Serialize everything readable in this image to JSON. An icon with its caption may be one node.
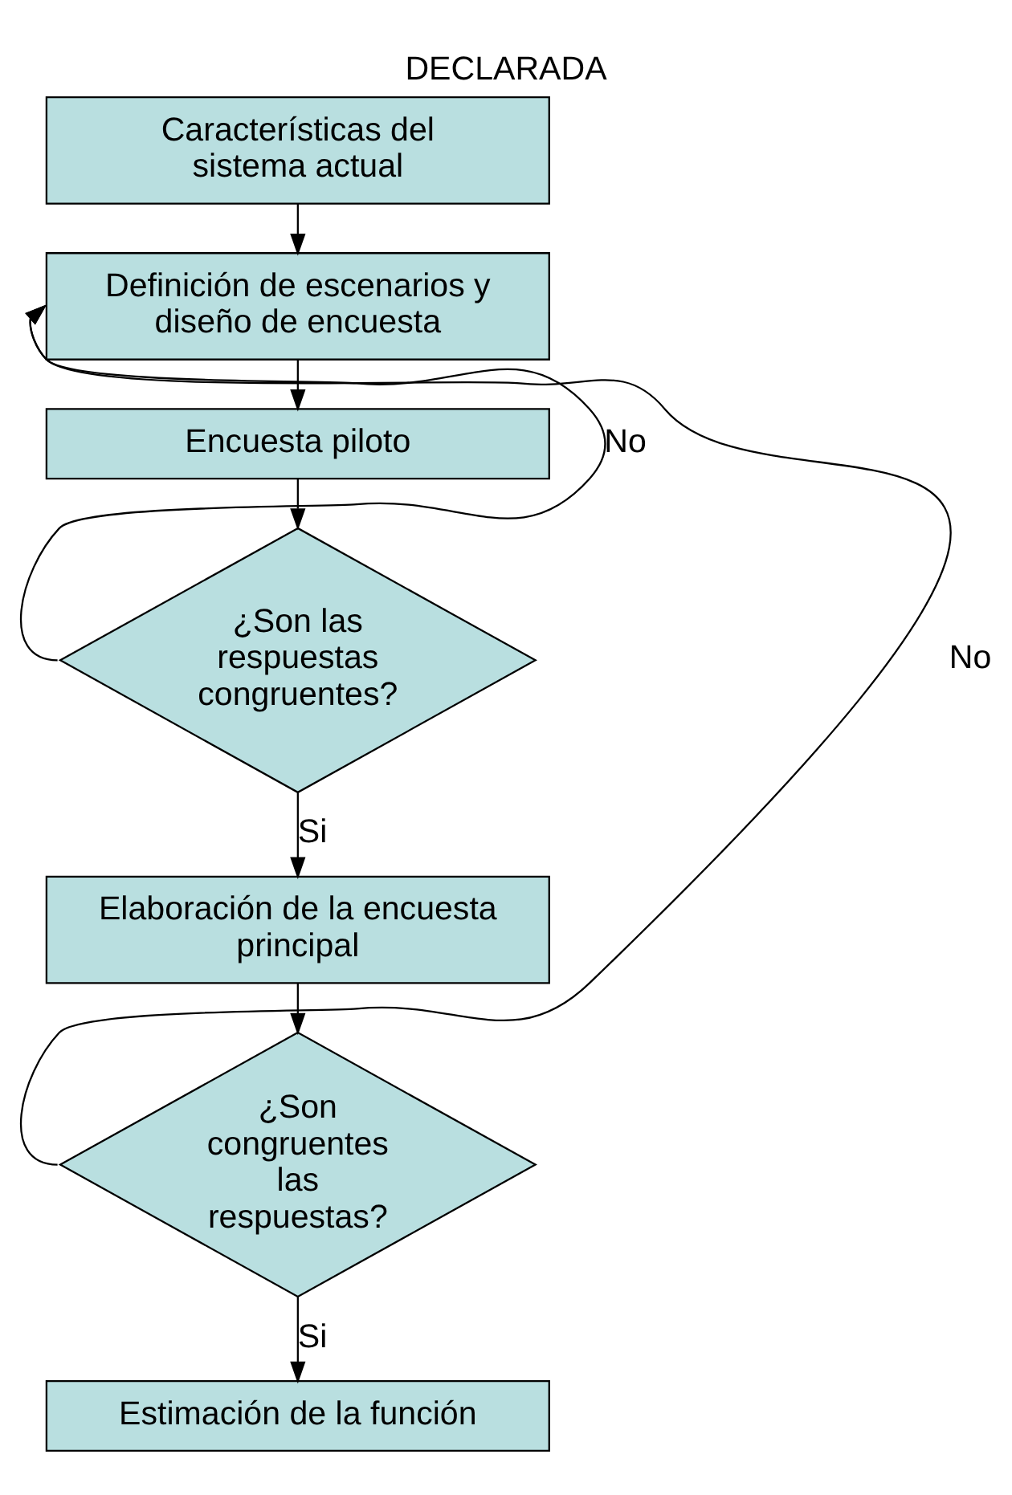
{
  "diagram": {
    "title": "DECLARADA",
    "nodes": [
      {
        "text": [
          "Características del sistema actual"
        ]
      },
      {
        "text": [
          "Definición de escenarios y diseño de encuesta"
        ]
      },
      {
        "text": [
          "Encuesta piloto"
        ]
      },
      {
        "text": [
          "¿Son las respuestas congruentes?"
        ]
      },
      {
        "text": [
          "Elaboración de la encuesta principal"
        ]
      },
      {
        "text": [
          "¿Son congruentes las respuestas?"
        ]
      },
      {
        "text": [
          "Estimación de la función"
        ]
      }
    ],
    "edges": [
      {
        "from": 0,
        "to": 1,
        "arrow": "to"
      },
      {
        "from": 1,
        "to": 2,
        "arrow": "to"
      },
      {
        "from": 2,
        "to": 3,
        "arrow": "to"
      },
      {
        "from": 3,
        "to": 1,
        "arrow": "to",
        "label": "No"
      },
      {
        "from": 3,
        "to": 4,
        "arrow": "to",
        "label": "Si"
      },
      {
        "from": 4,
        "to": 5,
        "arrow": "to"
      },
      {
        "from": 5,
        "to": 1,
        "arrow": "to",
        "label": "No"
      },
      {
        "from": 5,
        "to": 6,
        "arrow": "to",
        "label": "Si"
      }
    ]
  }
}
